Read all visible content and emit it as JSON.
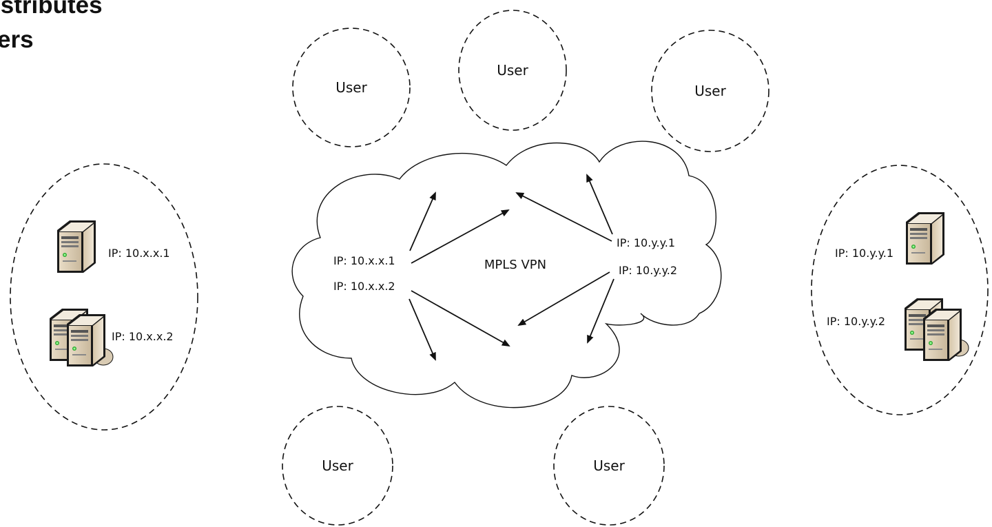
{
  "title": {
    "line1": "istributes",
    "line2": "ers"
  },
  "users": {
    "top_left": "User",
    "top_center": "User",
    "top_right": "User",
    "bottom_left": "User",
    "bottom_right": "User"
  },
  "cloud": {
    "label": "MPLS VPN",
    "left_ip_1": "IP: 10.x.x.1",
    "left_ip_2": "IP: 10.x.x.2",
    "right_ip_1": "IP: 10.y.y.1",
    "right_ip_2": "IP: 10.y.y.2"
  },
  "left_site": {
    "server_1_ip": "IP: 10.x.x.1",
    "server_2_ip": "IP: 10.x.x.2"
  },
  "right_site": {
    "server_1_ip": "IP: 10.y.y.1",
    "server_2_ip": "IP: 10.y.y.2"
  },
  "colors": {
    "line": "#111111",
    "server_front": "#d9cbb3",
    "server_side": "#b8a68a",
    "server_top": "#ece3d2"
  },
  "icons": {
    "single_server": "server-icon",
    "server_cluster": "server-cluster-icon"
  }
}
